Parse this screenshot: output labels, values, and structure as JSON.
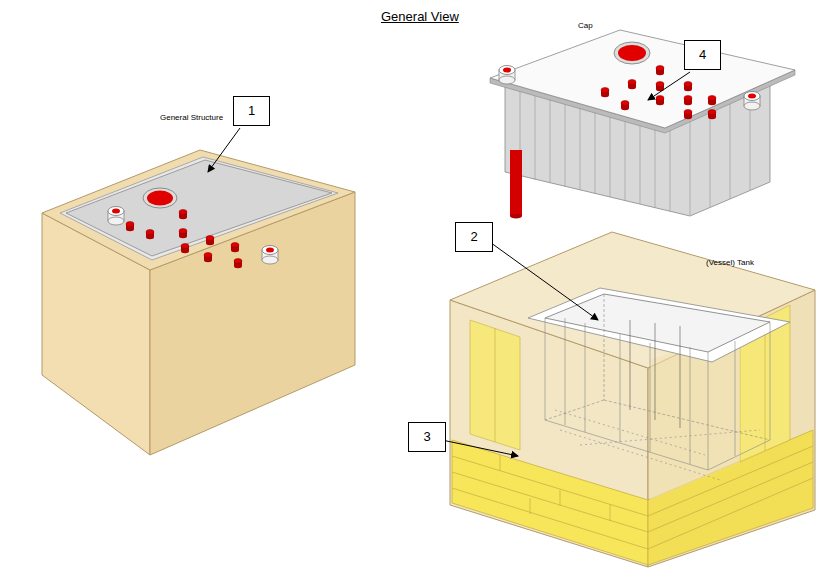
{
  "diagram": {
    "title": "General View",
    "labels": [
      "General Structure",
      "1",
      "Cap",
      "4",
      "2",
      "(Vessel) Tank",
      "3"
    ]
  }
}
